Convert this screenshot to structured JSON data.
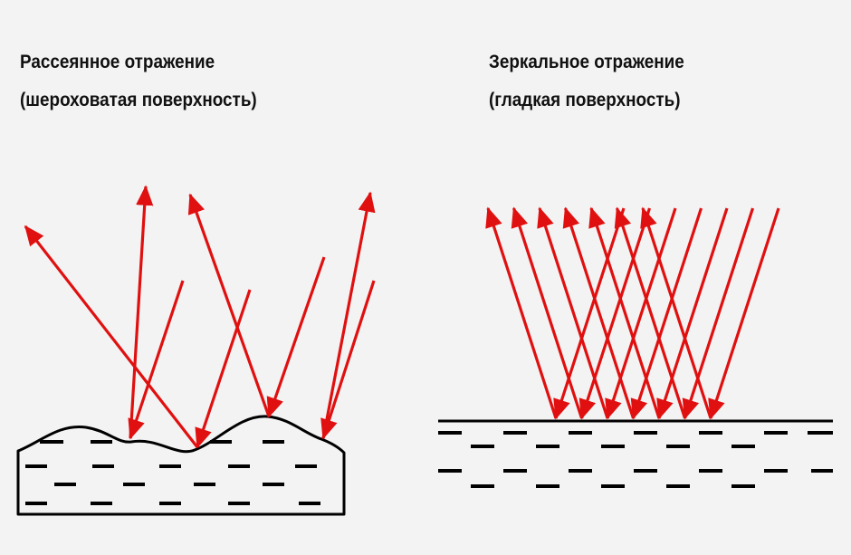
{
  "left_panel": {
    "title_line1": "Рассеянное отражение",
    "title_line2": "(шероховатая поверхность)"
  },
  "right_panel": {
    "title_line1": "Зеркальное отражение",
    "title_line2": "(гладкая поверхность)"
  },
  "colors": {
    "background": "#f3f3f3",
    "ray": "#e01010",
    "surface": "#000000",
    "text": "#111111"
  }
}
